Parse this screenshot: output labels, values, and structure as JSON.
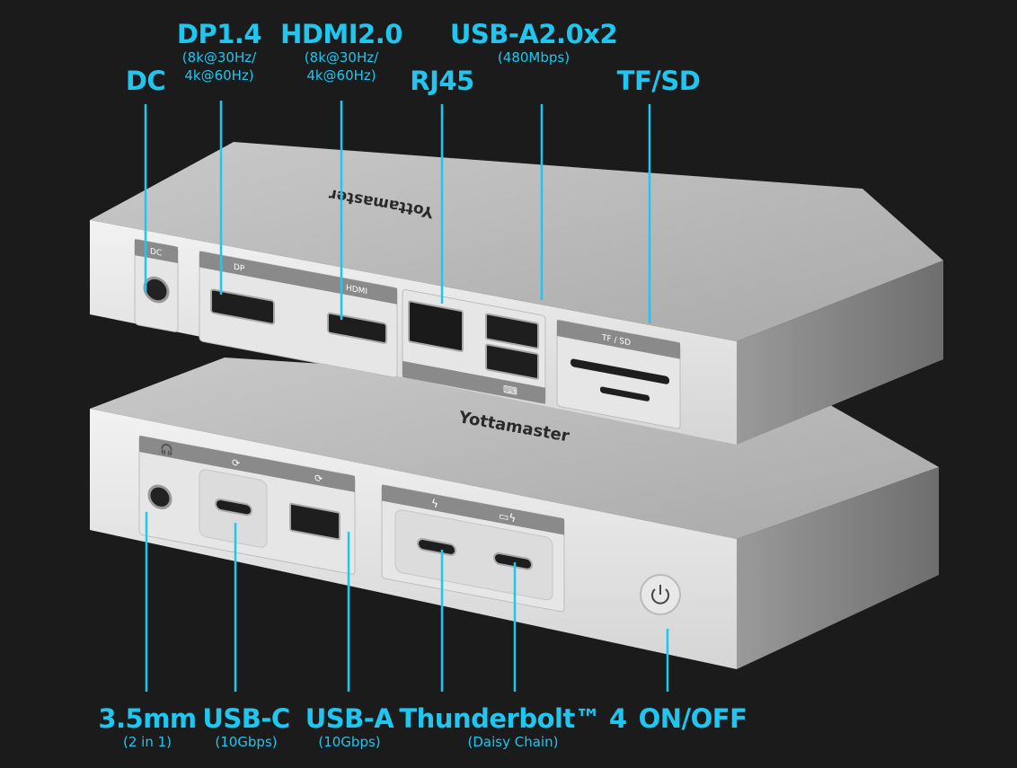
{
  "colors": {
    "accent": "#1fc6f0",
    "background": "#1b1b1b",
    "device": "#d9d9d9",
    "label_bar": "#8a8a8a"
  },
  "top_labels": {
    "dc": {
      "title": "DC"
    },
    "dp": {
      "title": "DP1.4",
      "line1": "(8k@30Hz/",
      "line2": "4k@60Hz)"
    },
    "hdmi": {
      "title": "HDMI2.0",
      "line1": "(8k@30Hz/",
      "line2": "4k@60Hz)"
    },
    "rj45": {
      "title": "RJ45"
    },
    "usba2": {
      "title": "USB-A2.0x2",
      "line1": "(480Mbps)"
    },
    "tfsd": {
      "title": "TF/SD"
    }
  },
  "bottom_labels": {
    "audio": {
      "title": "3.5mm",
      "sub": "(2 in 1)"
    },
    "usbc": {
      "title": "USB-C",
      "sub": "(10Gbps)"
    },
    "usba": {
      "title": "USB-A",
      "sub": "(10Gbps)"
    },
    "tb4": {
      "title": "Thunderbolt™ 4",
      "sub": "(Daisy Chain)"
    },
    "power": {
      "title": "ON/OFF"
    }
  },
  "device": {
    "brand": "Yottamaster",
    "port_labels": {
      "dc": "DC",
      "dp": "DP",
      "hdmi": "HDMI",
      "tfsd": "TF / SD"
    },
    "icons": [
      "headphone-icon",
      "usb-10gbps-icon",
      "thunderbolt-icon",
      "display-thunderbolt-icon",
      "keyboard-icon",
      "power-icon"
    ]
  }
}
